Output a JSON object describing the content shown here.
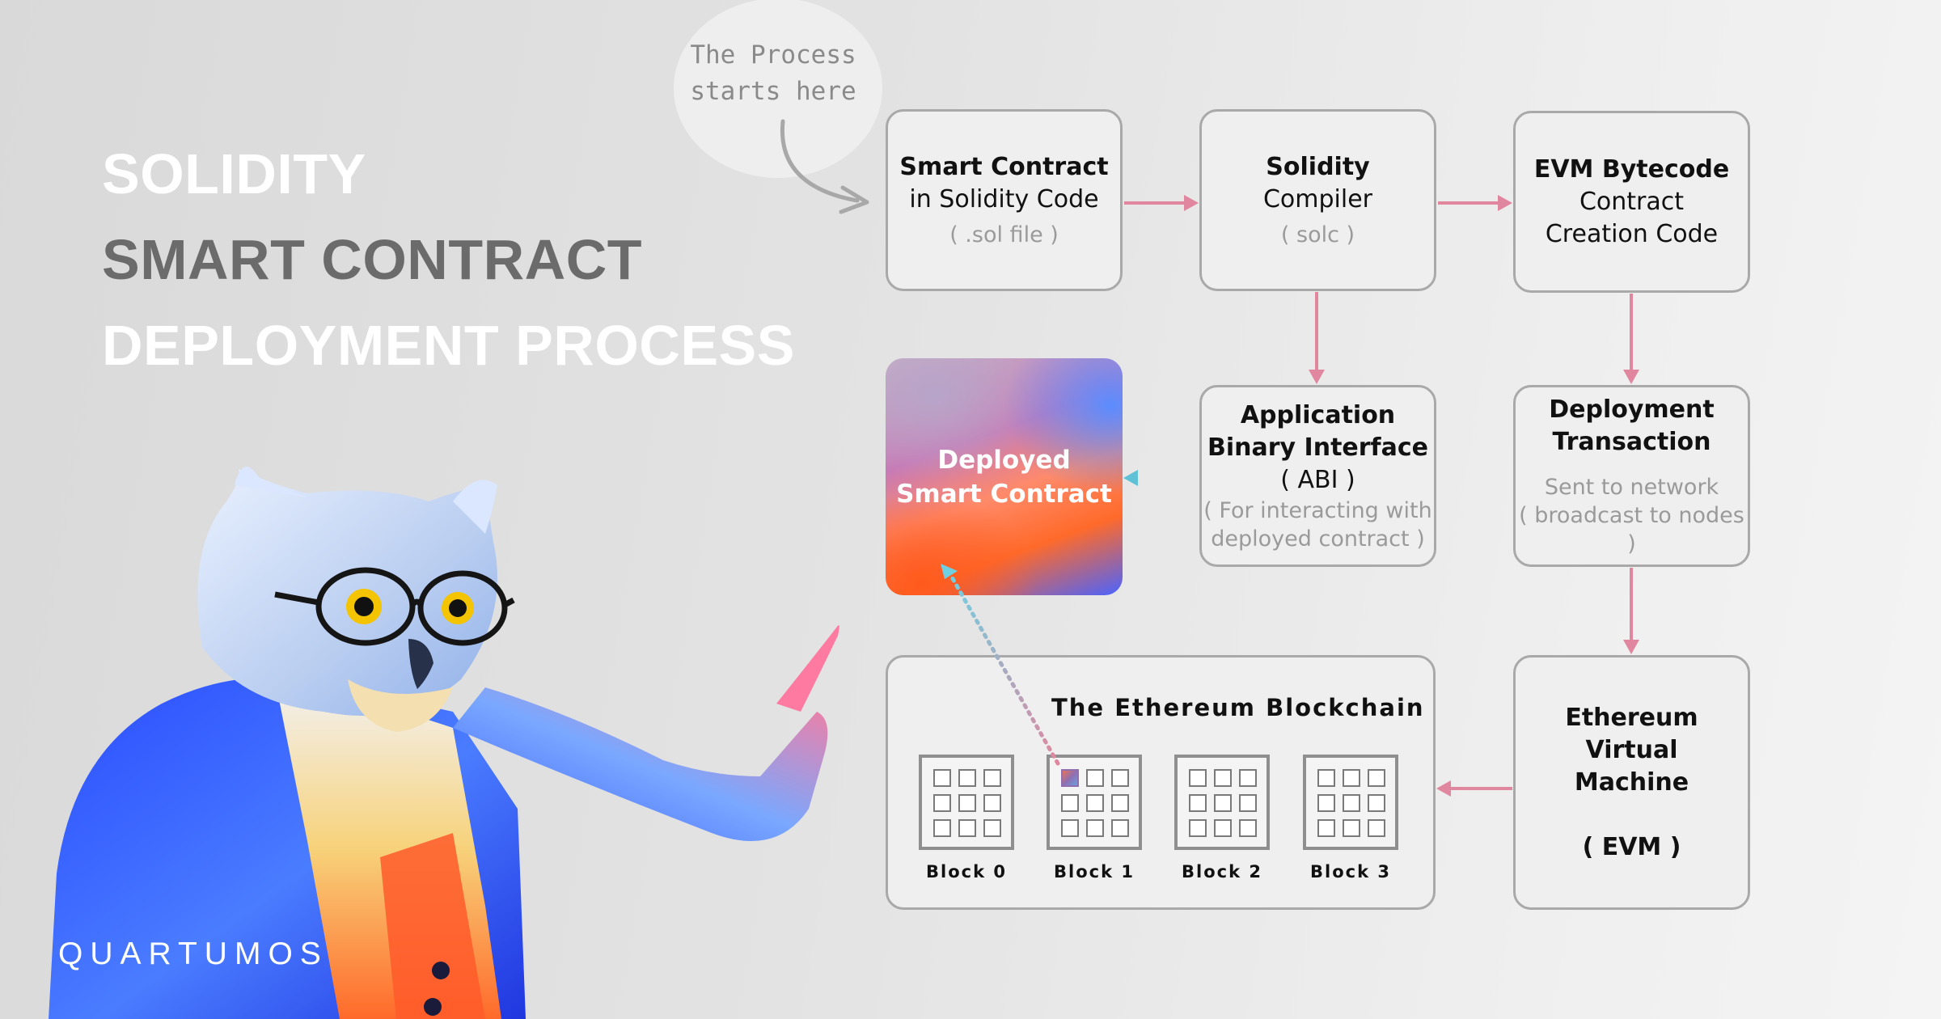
{
  "title": {
    "line1": "SOLIDITY",
    "line2": "SMART CONTRACT",
    "line3": "DEPLOYMENT PROCESS"
  },
  "callout": {
    "line1": "The Process",
    "line2": "starts here"
  },
  "boxes": {
    "smart_contract": {
      "bold": "Smart Contract",
      "text": "in Solidity Code",
      "note": "( .sol file )"
    },
    "compiler": {
      "bold": "Solidity",
      "text": "Compiler",
      "note": "( solc )"
    },
    "bytecode": {
      "bold": "EVM Bytecode",
      "text1": "Contract",
      "text2": "Creation Code"
    },
    "abi": {
      "bold1": "Application",
      "bold2": "Binary Interface",
      "text": "( ABI )",
      "note1": "( For interacting with",
      "note2": "deployed contract )"
    },
    "deploy_tx": {
      "bold1": "Deployment",
      "bold2": "Transaction",
      "note1": "Sent to network",
      "note2": "( broadcast to nodes )"
    },
    "deployed": {
      "line1": "Deployed",
      "line2": "Smart Contract"
    },
    "evm": {
      "line1": "Ethereum",
      "line2": "Virtual",
      "line3": "Machine",
      "line4": "( EVM )"
    }
  },
  "blockchain": {
    "title": "The Ethereum Blockchain",
    "blocks": [
      "Block 0",
      "Block 1",
      "Block 2",
      "Block 3"
    ]
  },
  "brand": "QUARTUMOS",
  "colors": {
    "flow_arrow": "#e0879f",
    "abi_arrow_start": "#b58fbf",
    "abi_arrow_end": "#5ec1d6",
    "box_border": "#a9a9a9",
    "box_fill": "#efefef"
  }
}
